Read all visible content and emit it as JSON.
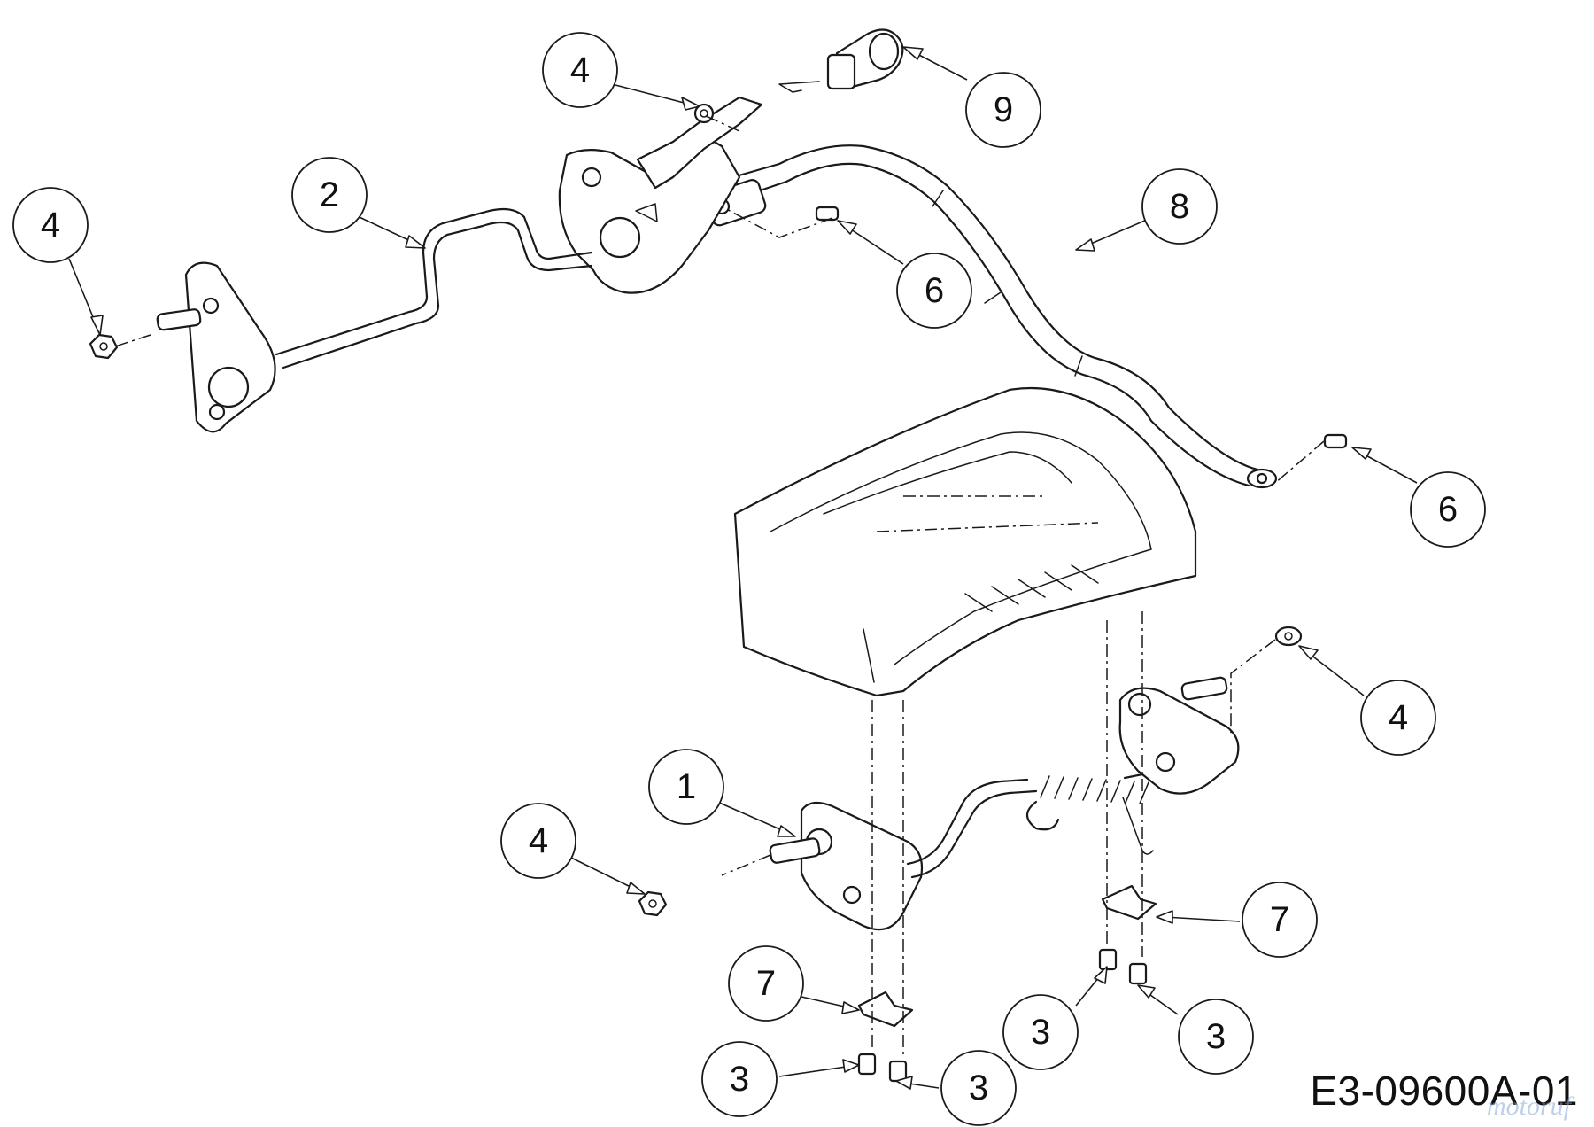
{
  "diagram": {
    "drawing_code": "E3-09600A-01",
    "watermark": "motoruf",
    "callouts": [
      {
        "id": "c4-top",
        "label": "4"
      },
      {
        "id": "c9",
        "label": "9"
      },
      {
        "id": "c2",
        "label": "2"
      },
      {
        "id": "c4-left",
        "label": "4"
      },
      {
        "id": "c8",
        "label": "8"
      },
      {
        "id": "c6-top",
        "label": "6"
      },
      {
        "id": "c6-right",
        "label": "6"
      },
      {
        "id": "c4-right",
        "label": "4"
      },
      {
        "id": "c1",
        "label": "1"
      },
      {
        "id": "c4-bottom",
        "label": "4"
      },
      {
        "id": "c7-right",
        "label": "7"
      },
      {
        "id": "c7-left",
        "label": "7"
      },
      {
        "id": "c3-a",
        "label": "3"
      },
      {
        "id": "c3-b",
        "label": "3"
      },
      {
        "id": "c3-c",
        "label": "3"
      },
      {
        "id": "c3-d",
        "label": "3"
      }
    ]
  }
}
